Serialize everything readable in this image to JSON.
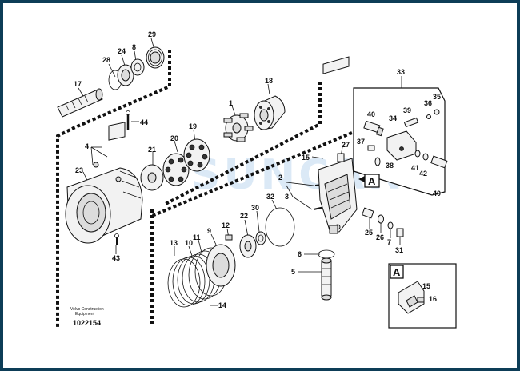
{
  "figure": {
    "caption_line1": "Volvo Construction",
    "caption_line2": "Equipment",
    "document_number": "1022154",
    "watermark": "SUNCAR",
    "view_marker": "A",
    "detail_label": "A"
  },
  "callouts": {
    "n1": "1",
    "n2": "2",
    "n3": "3",
    "n4": "4",
    "n5": "5",
    "n6": "6",
    "n7": "7",
    "n8": "8",
    "n9": "9",
    "n10": "10",
    "n11": "11",
    "n12": "12",
    "n13": "13",
    "n14": "14",
    "n15a": "15",
    "n15b": "15",
    "n16": "16",
    "n17": "17",
    "n18": "18",
    "n19": "19",
    "n20": "20",
    "n21": "21",
    "n22": "22",
    "n23": "23",
    "n24": "24",
    "n25": "25",
    "n26": "26",
    "n27": "27",
    "n28": "28",
    "n29": "29",
    "n30": "30",
    "n31": "31",
    "n32": "32",
    "n33": "33",
    "n34": "34",
    "n35": "35",
    "n36": "36",
    "n37": "37",
    "n38": "38",
    "n39": "39",
    "n40a": "40",
    "n40b": "40",
    "n41": "41",
    "n42": "42",
    "n43": "43",
    "n44": "44"
  }
}
